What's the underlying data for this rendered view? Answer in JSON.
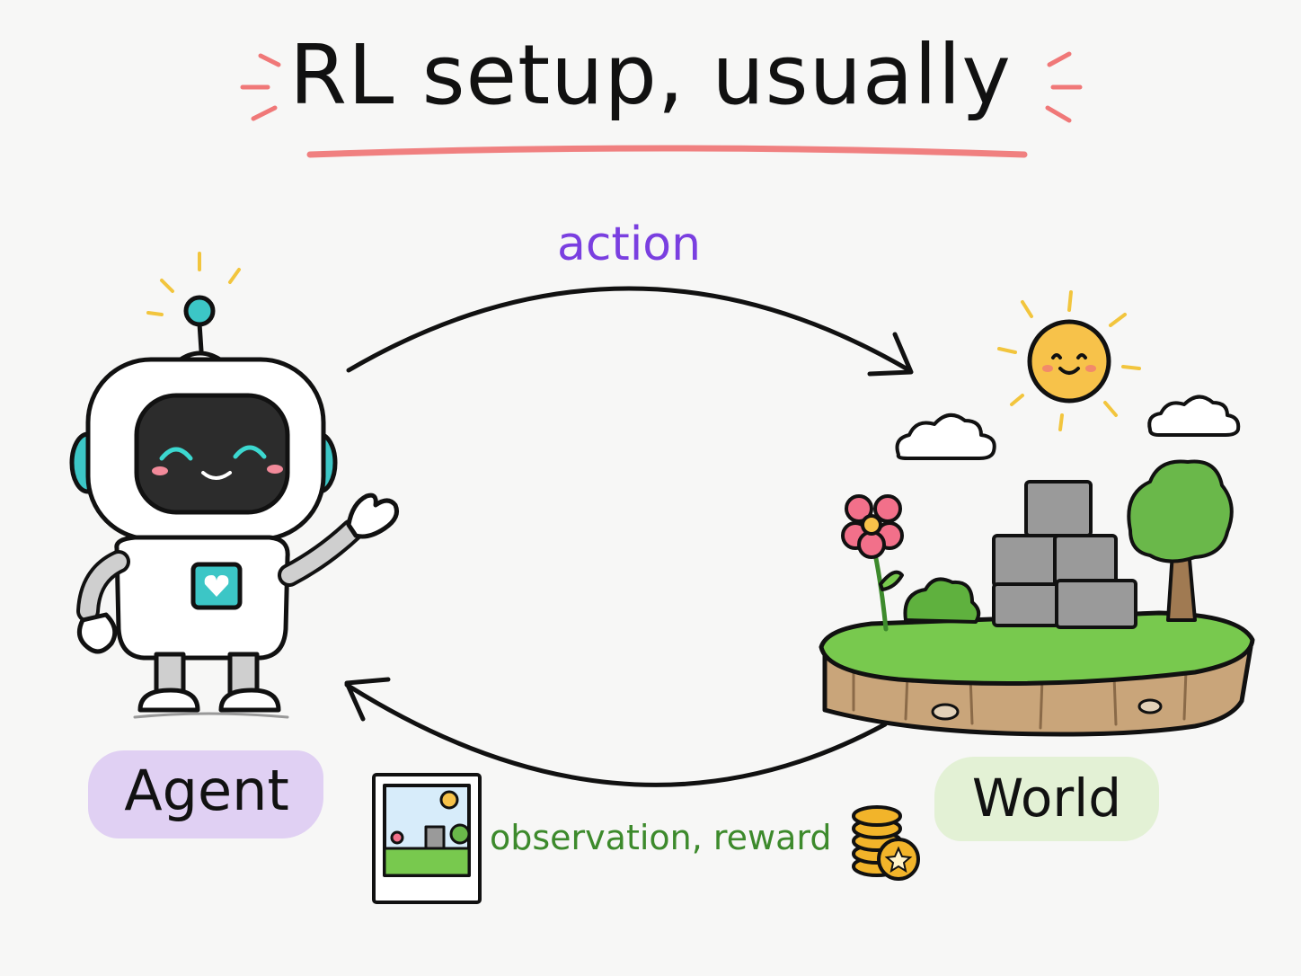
{
  "title": "RL setup, usually",
  "arrows": {
    "top_label": "action",
    "bottom_label": "observation, reward"
  },
  "nodes": {
    "agent": {
      "label": "Agent",
      "icon": "robot-icon"
    },
    "world": {
      "label": "World",
      "icon": "floating-island-icon"
    }
  },
  "colors": {
    "title_underline": "#f08080",
    "action_text": "#7a3fe0",
    "observation_text": "#3d8a2c",
    "agent_highlight": "#dcc9f2",
    "world_highlight": "#e0f0d2",
    "robot_accent": "#3cc6c6"
  }
}
